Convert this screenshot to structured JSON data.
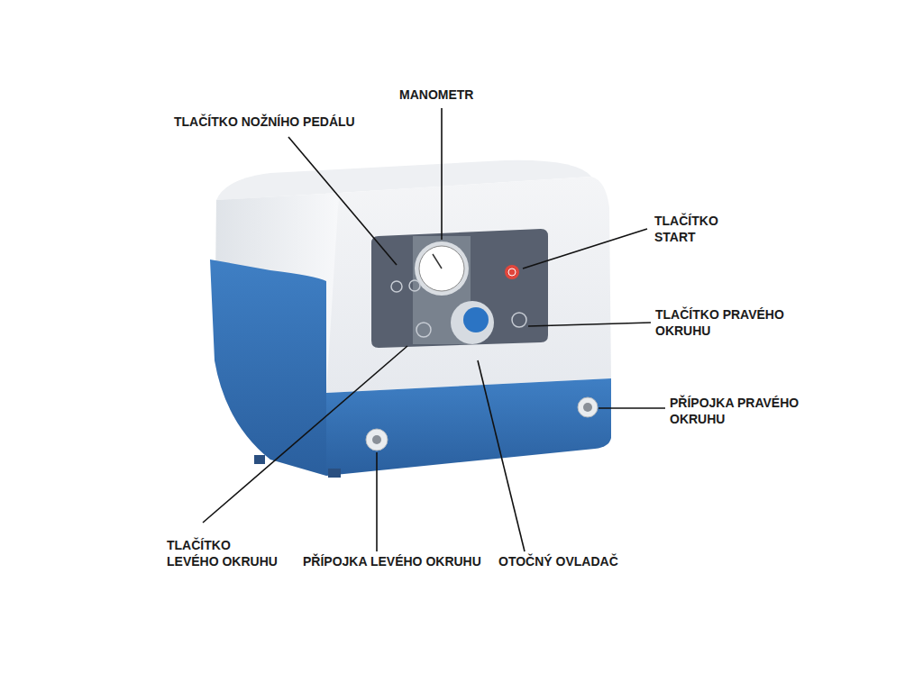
{
  "diagram": {
    "labels": [
      "MANOMETR",
      "TLAČÍTKO NOŽNÍHO PEDÁLU",
      "TLAČÍTKO START",
      "TLAČÍTKO PRAVÉHO OKRUHU",
      "PŘÍPOJKA PRAVÉHO OKRUHU",
      "TLAČÍTKO LEVÉHO OKRUHU",
      "PŘÍPOJKA LEVÉHO OKRUHU",
      "OTOČNÝ OVLADAČ"
    ]
  }
}
